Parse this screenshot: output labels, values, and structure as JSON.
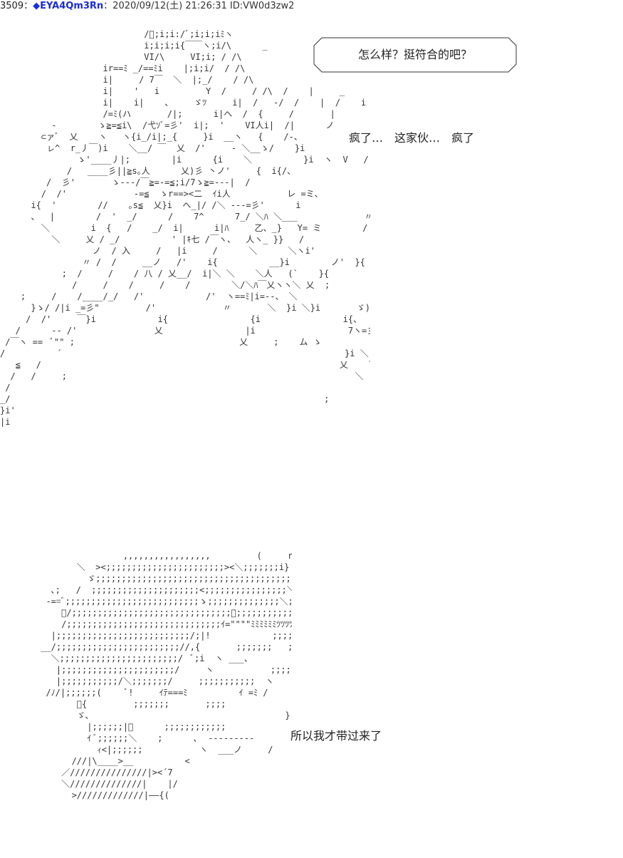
{
  "post": {
    "number": "3509",
    "separator": "：",
    "name": "◆EYA4Qm3Rn",
    "meta": "：2020/09/12(土) 21:26:31 ID:VW0d3zw2"
  },
  "speech_bubble": {
    "text": "怎么样？挺符合的吧？"
  },
  "dialogue": {
    "line1": "疯了…　这家伙…　疯了",
    "line2": "所以我才带过来了"
  }
}
